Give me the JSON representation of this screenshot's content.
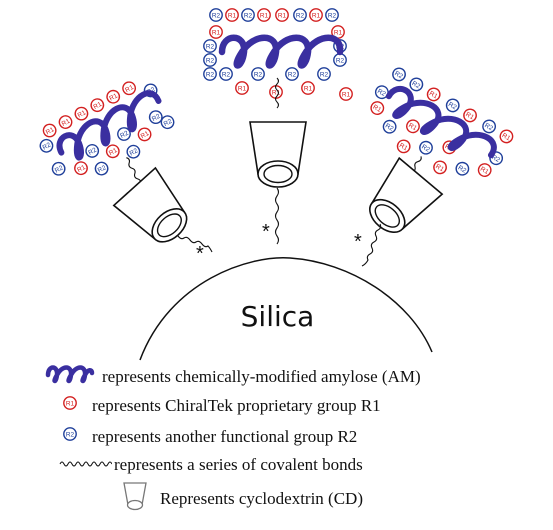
{
  "diagram": {
    "silica_label": "Silica",
    "attachment_marker": "*",
    "group_r1_text": "R1",
    "group_r2_text": "R2",
    "colors": {
      "amylose_helix": "#3a2fa0",
      "group_r1": "#d32020",
      "group_r2": "#1f3f9a",
      "outline": "#111111"
    }
  },
  "legend": {
    "items": [
      {
        "icon": "amylose-helix-icon",
        "text": "represents chemically-modified amylose (AM)"
      },
      {
        "icon": "r1-group-icon",
        "text": "represents ChiralTek proprietary group R1"
      },
      {
        "icon": "r2-group-icon",
        "text": "represents another functional group R2"
      },
      {
        "icon": "covalent-bond-wave-icon",
        "text": "represents a series of covalent bonds"
      },
      {
        "icon": "cyclodextrin-cup-icon",
        "text": "Represents  cyclodextrin  (CD)"
      }
    ]
  }
}
